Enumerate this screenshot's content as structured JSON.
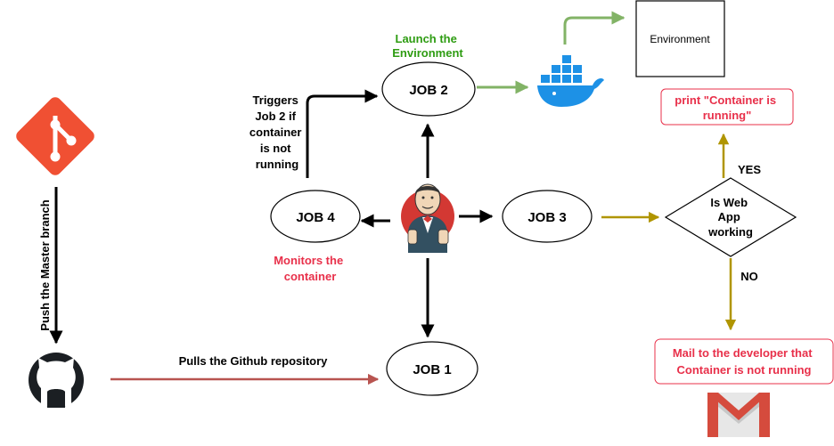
{
  "jobs": {
    "job1": "JOB 1",
    "job2": "JOB 2",
    "job3": "JOB 3",
    "job4": "JOB 4"
  },
  "labels": {
    "launch_line1": "Launch the",
    "launch_line2": "Environment",
    "triggers": [
      "Triggers",
      "Job 2 if",
      "container",
      "is not",
      "running"
    ],
    "monitors_line1": "Monitors the",
    "monitors_line2": "container",
    "push_branch": "Push the Master branch",
    "pulls_repo": "Pulls the Github repository",
    "environment": "Environment",
    "decision": [
      "Is Web",
      "App",
      "working"
    ],
    "yes": "YES",
    "no": "NO",
    "print_line1": "print \"Container is",
    "print_line2": "running\"",
    "mail_line1": "Mail to the developer that",
    "mail_line2": "Container is not running"
  },
  "colors": {
    "green_arrow": "#82b366",
    "olive_arrow": "#b09500",
    "red_arrow": "#b85450",
    "green_text": "#2e9c12",
    "red_text": "#e8304a",
    "git": "#f05033",
    "docker": "#1d91e6",
    "gmail_red": "#d54b3d"
  },
  "icons": [
    "git-logo-icon",
    "github-octocat-icon",
    "jenkins-butler-icon",
    "docker-whale-icon",
    "gmail-icon"
  ]
}
